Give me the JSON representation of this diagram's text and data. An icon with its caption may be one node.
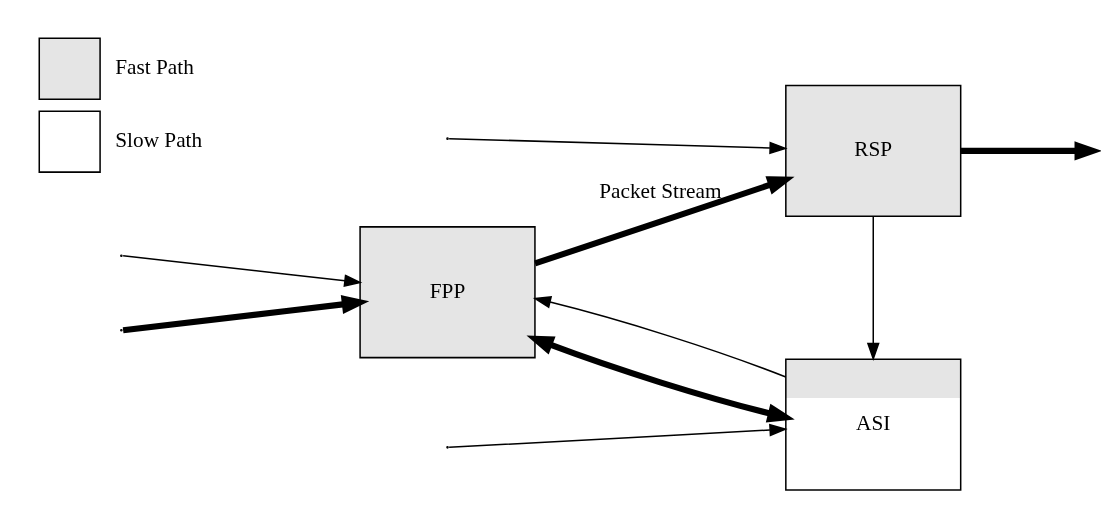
{
  "diagram": {
    "nodes": [
      {
        "text": [
          "FPP"
        ]
      },
      {
        "text": [
          "RSP"
        ]
      },
      {
        "text": [
          "ASI"
        ]
      }
    ],
    "edges": [
      {
        "from": null,
        "to": 0,
        "arrow": "to",
        "style": "thick"
      },
      {
        "from": null,
        "to": 1,
        "arrow": "to"
      },
      {
        "from": null,
        "to": 2,
        "arrow": "to"
      },
      {
        "from": null,
        "to": 0,
        "arrow": "to"
      },
      {
        "from": 0,
        "to": 1,
        "arrow": "to",
        "style": "thick",
        "label": "Packet Stream"
      },
      {
        "from": 1,
        "to": null,
        "arrow": "to",
        "style": "thick"
      },
      {
        "from": 0,
        "to": 2,
        "arrow": "both",
        "style": "thick"
      },
      {
        "from": 2,
        "to": 0,
        "arrow": "to"
      },
      {
        "from": 1,
        "to": 2,
        "arrow": "to"
      }
    ],
    "legend": [
      {
        "text": "Fast Path",
        "color": "#e5e5e5"
      },
      {
        "text": "Slow Path",
        "color": "#ffffff"
      }
    ]
  }
}
